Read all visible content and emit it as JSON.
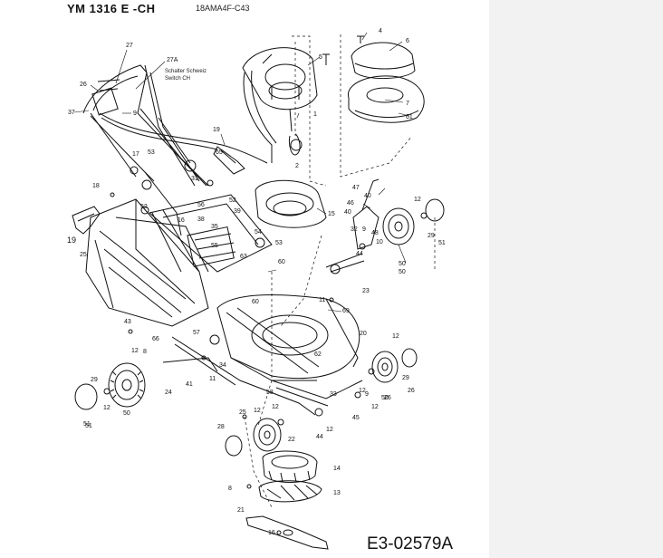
{
  "header": {
    "model": "YM 1316 E  -CH",
    "part_number": "18AMA4F-C43"
  },
  "footer": {
    "document_ref": "E3-02579A"
  },
  "switch_note": {
    "ref": "27A",
    "line1": "Schalter Schweiz",
    "line2": "Switch CH"
  },
  "callouts": [
    "27",
    "4",
    "6",
    "5",
    "26",
    "9",
    "37",
    "1",
    "7",
    "61",
    "19",
    "2",
    "17",
    "53",
    "65",
    "31",
    "18",
    "52",
    "52",
    "56",
    "16",
    "38",
    "39",
    "47",
    "46",
    "12",
    "40",
    "15",
    "54",
    "53",
    "55",
    "32",
    "48",
    "10",
    "51",
    "44",
    "35",
    "25",
    "19",
    "23",
    "50",
    "43",
    "60",
    "60",
    "69",
    "11",
    "20",
    "63",
    "66",
    "57",
    "12",
    "8",
    "62",
    "12",
    "34",
    "24",
    "41",
    "11",
    "25",
    "29",
    "58",
    "9",
    "33",
    "26",
    "12",
    "28",
    "12",
    "45",
    "50",
    "22",
    "44",
    "14",
    "8",
    "13",
    "21",
    "16",
    "40",
    "50",
    "51",
    "12",
    "29",
    "26",
    "12",
    "9",
    "12",
    "50",
    "12",
    "51",
    "29"
  ]
}
